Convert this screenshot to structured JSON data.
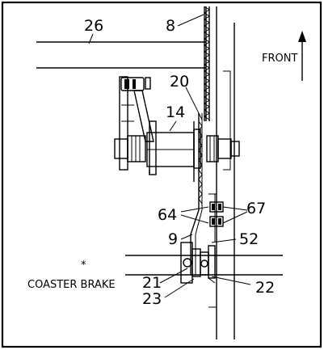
{
  "diagram": {
    "callouts": {
      "c26": "26",
      "c8": "8",
      "c20": "20",
      "c14": "14",
      "c64": "64",
      "c67": "67",
      "c9": "9",
      "c52": "52",
      "c21": "21",
      "c23": "23",
      "c22": "22"
    },
    "front_label": "FRONT",
    "asterisk": "*",
    "coaster_label": "COASTER BRAKE"
  }
}
